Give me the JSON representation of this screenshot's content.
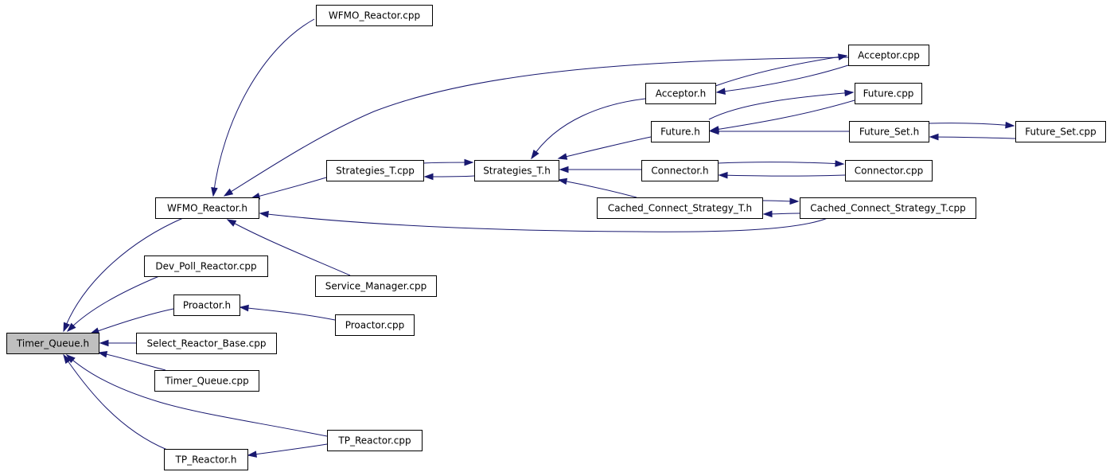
{
  "graph": {
    "colors": {
      "edge": "#191970",
      "node_border": "#000000",
      "root_fill": "#bfbfbf",
      "node_fill": "#ffffff"
    },
    "nodes": [
      {
        "id": "timer_queue_h",
        "label": "Timer_Queue.h",
        "root": true
      },
      {
        "id": "wfmo_reactor_h",
        "label": "WFMO_Reactor.h"
      },
      {
        "id": "wfmo_reactor_cpp",
        "label": "WFMO_Reactor.cpp"
      },
      {
        "id": "dev_poll_reactor_cpp",
        "label": "Dev_Poll_Reactor.cpp"
      },
      {
        "id": "proactor_h",
        "label": "Proactor.h"
      },
      {
        "id": "proactor_cpp",
        "label": "Proactor.cpp"
      },
      {
        "id": "select_reactor_base_cpp",
        "label": "Select_Reactor_Base.cpp"
      },
      {
        "id": "timer_queue_cpp",
        "label": "Timer_Queue.cpp"
      },
      {
        "id": "tp_reactor_h",
        "label": "TP_Reactor.h"
      },
      {
        "id": "tp_reactor_cpp",
        "label": "TP_Reactor.cpp"
      },
      {
        "id": "strategies_t_cpp",
        "label": "Strategies_T.cpp"
      },
      {
        "id": "strategies_t_h",
        "label": "Strategies_T.h"
      },
      {
        "id": "service_manager_cpp",
        "label": "Service_Manager.cpp"
      },
      {
        "id": "acceptor_h",
        "label": "Acceptor.h"
      },
      {
        "id": "acceptor_cpp",
        "label": "Acceptor.cpp"
      },
      {
        "id": "future_h",
        "label": "Future.h"
      },
      {
        "id": "future_cpp",
        "label": "Future.cpp"
      },
      {
        "id": "future_set_h",
        "label": "Future_Set.h"
      },
      {
        "id": "future_set_cpp",
        "label": "Future_Set.cpp"
      },
      {
        "id": "connector_h",
        "label": "Connector.h"
      },
      {
        "id": "connector_cpp",
        "label": "Connector.cpp"
      },
      {
        "id": "cached_connect_strategy_t_h",
        "label": "Cached_Connect_Strategy_T.h"
      },
      {
        "id": "cached_connect_strategy_t_cpp",
        "label": "Cached_Connect_Strategy_T.cpp"
      }
    ],
    "edges": [
      {
        "from": "wfmo_reactor_h",
        "to": "timer_queue_h"
      },
      {
        "from": "dev_poll_reactor_cpp",
        "to": "timer_queue_h"
      },
      {
        "from": "proactor_h",
        "to": "timer_queue_h"
      },
      {
        "from": "select_reactor_base_cpp",
        "to": "timer_queue_h"
      },
      {
        "from": "timer_queue_cpp",
        "to": "timer_queue_h"
      },
      {
        "from": "tp_reactor_h",
        "to": "timer_queue_h"
      },
      {
        "from": "tp_reactor_cpp",
        "to": "timer_queue_h"
      },
      {
        "from": "wfmo_reactor_cpp",
        "to": "wfmo_reactor_h"
      },
      {
        "from": "acceptor_cpp",
        "to": "wfmo_reactor_h"
      },
      {
        "from": "strategies_t_cpp",
        "to": "wfmo_reactor_h"
      },
      {
        "from": "cached_connect_strategy_t_cpp",
        "to": "wfmo_reactor_h"
      },
      {
        "from": "service_manager_cpp",
        "to": "wfmo_reactor_h"
      },
      {
        "from": "proactor_cpp",
        "to": "proactor_h"
      },
      {
        "from": "tp_reactor_cpp",
        "to": "tp_reactor_h"
      },
      {
        "from": "strategies_t_h",
        "to": "strategies_t_cpp"
      },
      {
        "from": "strategies_t_cpp",
        "to": "strategies_t_h"
      },
      {
        "from": "acceptor_h",
        "to": "strategies_t_h"
      },
      {
        "from": "future_h",
        "to": "strategies_t_h"
      },
      {
        "from": "connector_h",
        "to": "strategies_t_h"
      },
      {
        "from": "cached_connect_strategy_t_h",
        "to": "strategies_t_h"
      },
      {
        "from": "acceptor_h",
        "to": "acceptor_cpp"
      },
      {
        "from": "acceptor_cpp",
        "to": "acceptor_h"
      },
      {
        "from": "future_h",
        "to": "future_cpp"
      },
      {
        "from": "future_cpp",
        "to": "future_h"
      },
      {
        "from": "future_set_h",
        "to": "future_h"
      },
      {
        "from": "future_set_h",
        "to": "future_set_cpp"
      },
      {
        "from": "future_set_cpp",
        "to": "future_set_h"
      },
      {
        "from": "connector_h",
        "to": "connector_cpp"
      },
      {
        "from": "connector_cpp",
        "to": "connector_h"
      },
      {
        "from": "cached_connect_strategy_t_h",
        "to": "cached_connect_strategy_t_cpp"
      },
      {
        "from": "cached_connect_strategy_t_cpp",
        "to": "cached_connect_strategy_t_h"
      }
    ]
  }
}
